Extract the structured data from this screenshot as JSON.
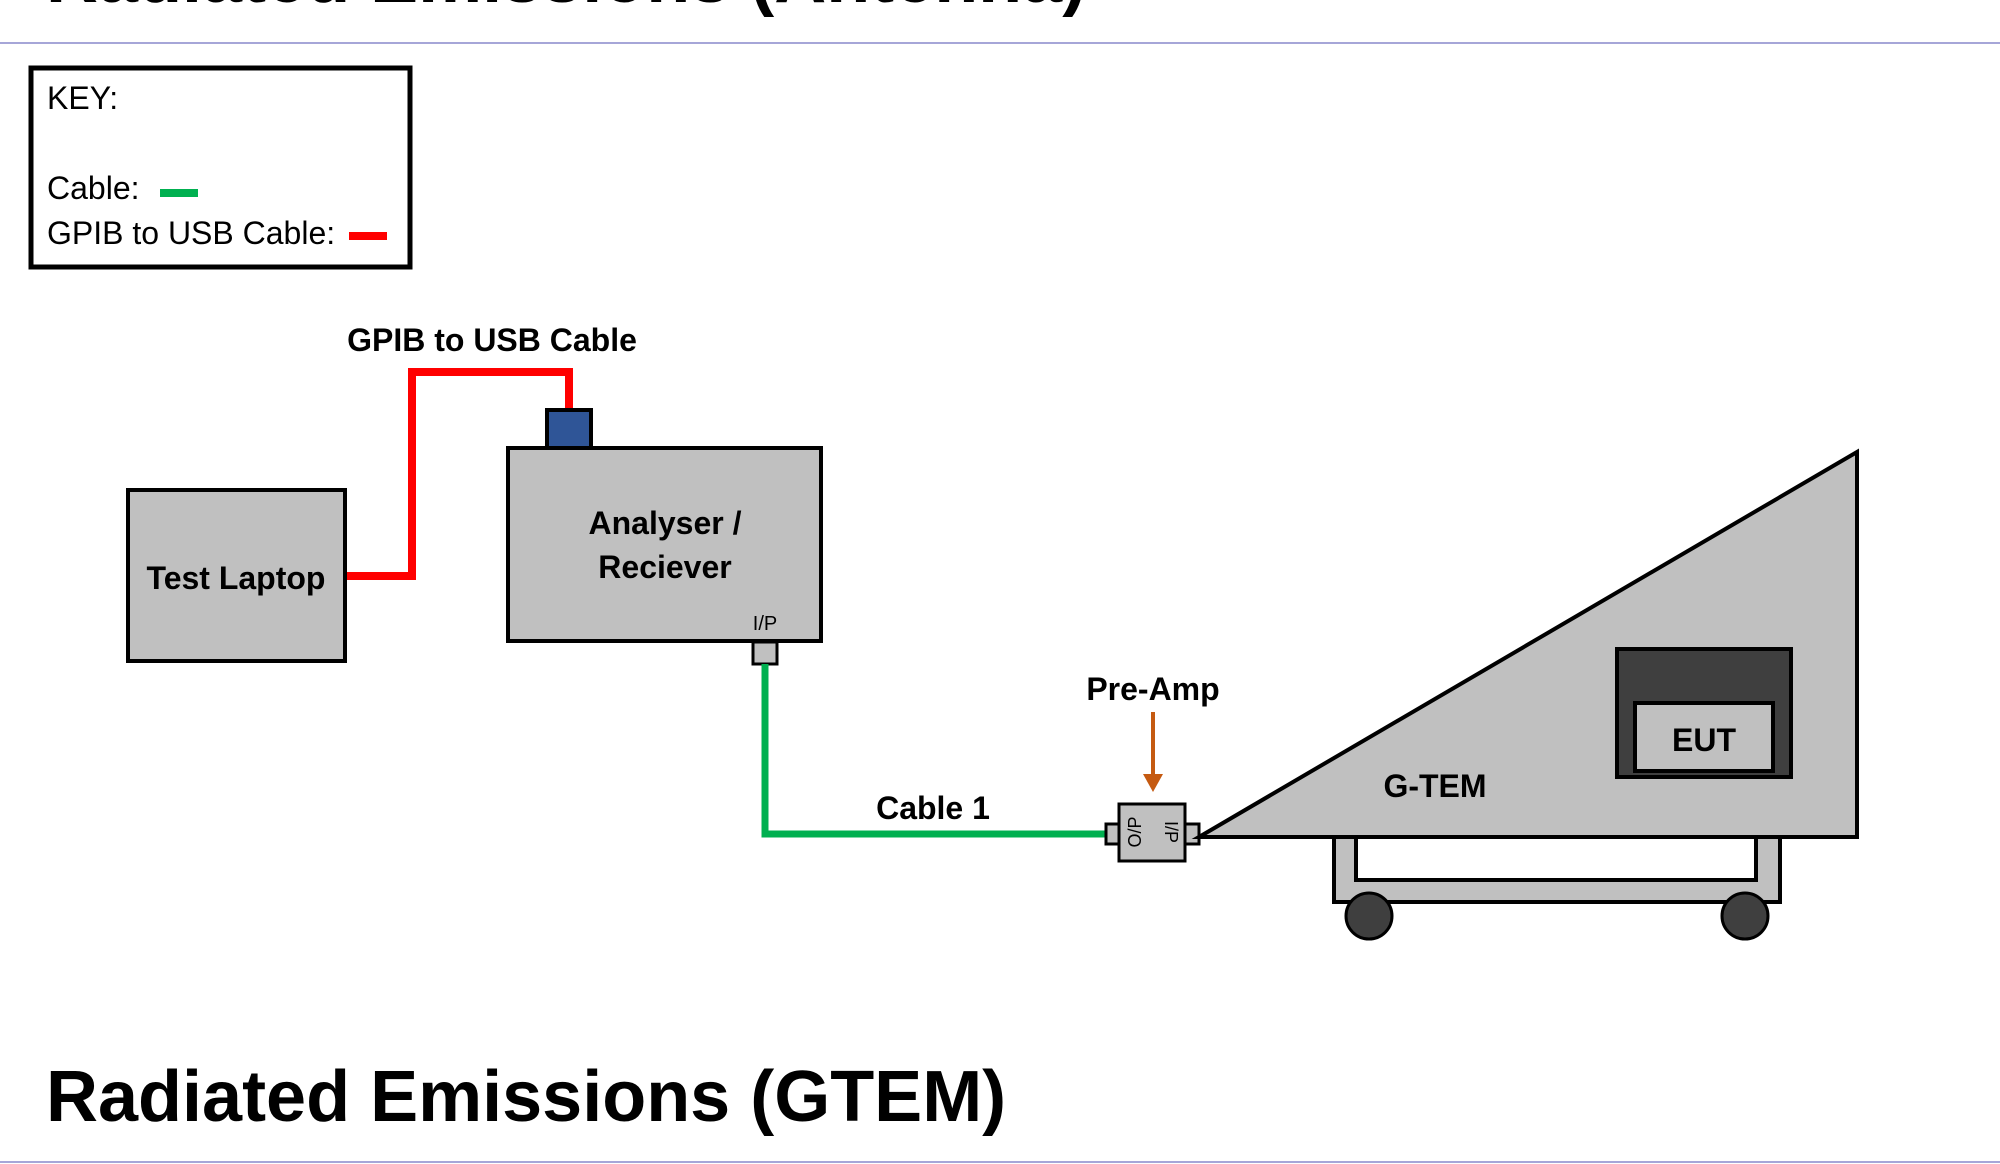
{
  "top_title_fragment": "Radiated Emissions (Antenna)",
  "page_title": "Radiated Emissions (GTEM)",
  "key": {
    "heading": "KEY:",
    "items": [
      {
        "label": "Cable:",
        "color": "#00b050"
      },
      {
        "label": "GPIB to USB Cable:",
        "color": "#ff0000"
      }
    ]
  },
  "labels": {
    "gpib_cable": "GPIB to USB Cable",
    "test_laptop": "Test Laptop",
    "analyser_line1": "Analyser /",
    "analyser_line2": "Reciever",
    "analyser_port": "I/P",
    "pre_amp": "Pre-Amp",
    "preamp_op": "O/P",
    "preamp_ip": "I/P",
    "cable1": "Cable 1",
    "gtem": "G-TEM",
    "eut": "EUT"
  },
  "colors": {
    "box_fill": "#c0c0c0",
    "gpib_connector": "#2f5597",
    "pre_amp_arrow": "#c55a11",
    "eut_housing": "#3f3f3f",
    "divider": "#a6a6d8"
  }
}
